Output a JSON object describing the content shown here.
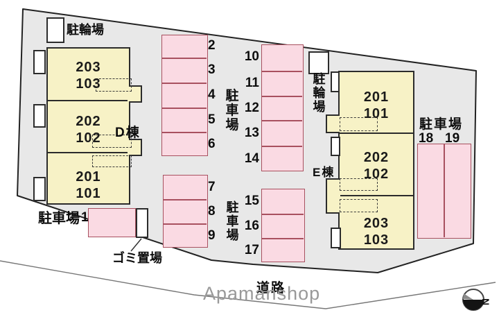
{
  "site_plan": {
    "watermark": "Apamanshop",
    "road_label": "道路",
    "compass_north_label": "N",
    "colors": {
      "site_fill": "#E8E8E8",
      "building_fill": "#F7F2C6",
      "building_border": "#2B2B2B",
      "parking_fill": "#FADAE3",
      "parking_border": "#A8505F"
    }
  },
  "labels": {
    "bicycle_parking_left": "駐輪場",
    "bicycle_parking_right": "駐輪場",
    "parking_lot_left": "駐車場",
    "parking_lot_mid_upper": "駐車場",
    "parking_lot_mid_lower": "駐車場",
    "parking_lot_right": "駐車場",
    "garbage_area": "ゴミ置場"
  },
  "buildings": {
    "d": {
      "name": "D棟",
      "units": [
        {
          "upper": "203",
          "lower": "103"
        },
        {
          "upper": "202",
          "lower": "102"
        },
        {
          "upper": "201",
          "lower": "101"
        }
      ]
    },
    "e": {
      "name": "E棟",
      "units": [
        {
          "upper": "201",
          "lower": "101"
        },
        {
          "upper": "202",
          "lower": "102"
        },
        {
          "upper": "203",
          "lower": "103"
        }
      ]
    }
  },
  "parking": {
    "spaces": [
      "1",
      "2",
      "3",
      "4",
      "5",
      "6",
      "7",
      "8",
      "9",
      "10",
      "11",
      "12",
      "13",
      "14",
      "15",
      "16",
      "17",
      "18",
      "19"
    ]
  }
}
